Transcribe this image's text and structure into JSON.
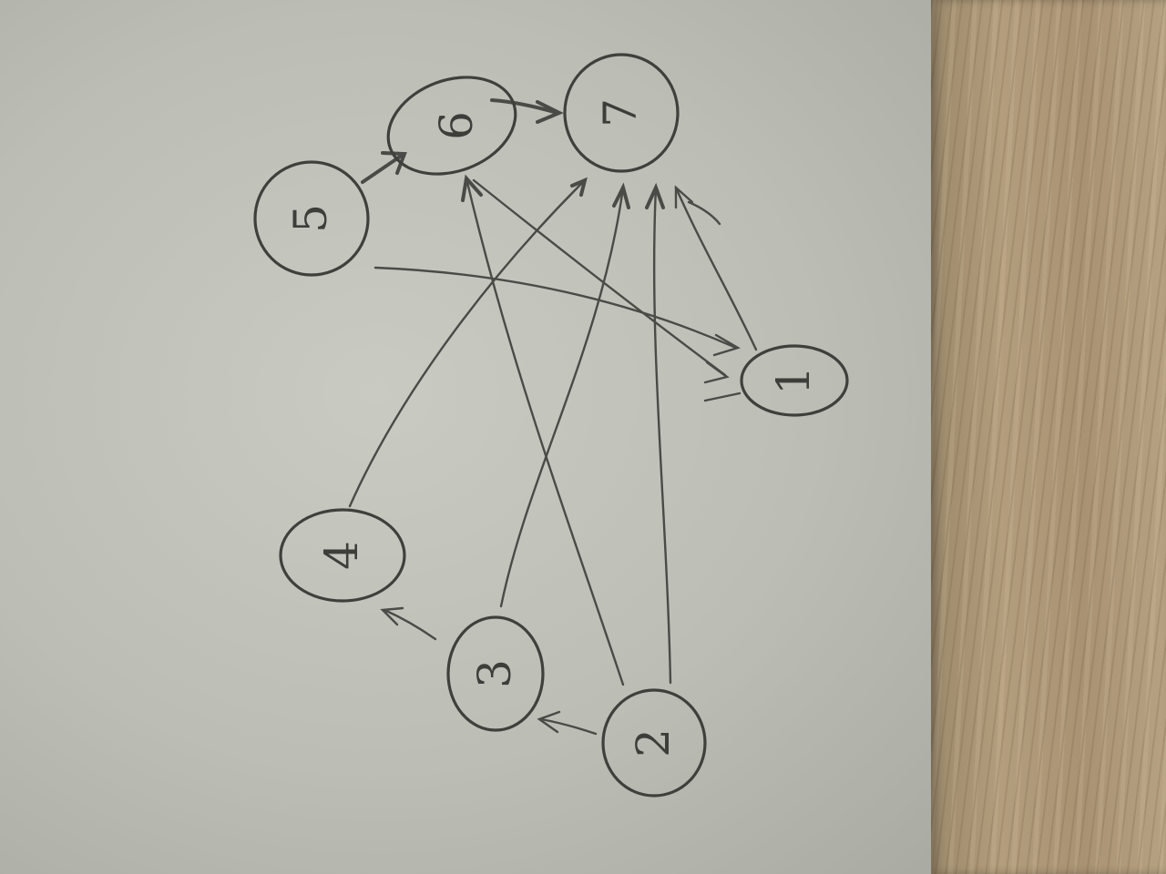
{
  "diagram": {
    "nodes": [
      {
        "id": "7",
        "label": "7"
      },
      {
        "id": "6",
        "label": "6"
      },
      {
        "id": "5",
        "label": "5"
      },
      {
        "id": "1",
        "label": "1"
      },
      {
        "id": "4",
        "label": "4"
      },
      {
        "id": "3",
        "label": "3"
      },
      {
        "id": "2",
        "label": "2"
      }
    ],
    "edges": [
      {
        "from": "6",
        "to": "7"
      },
      {
        "from": "5",
        "to": "6"
      },
      {
        "from": "5",
        "to": "1"
      },
      {
        "from": "6",
        "to": "1"
      },
      {
        "from": "1",
        "to": "7"
      },
      {
        "from": "4",
        "to": "7"
      },
      {
        "from": "3",
        "to": "7"
      },
      {
        "from": "2",
        "to": "7"
      },
      {
        "from": "2",
        "to": "6"
      },
      {
        "from": "3",
        "to": "4"
      },
      {
        "from": "2",
        "to": "3"
      }
    ]
  }
}
